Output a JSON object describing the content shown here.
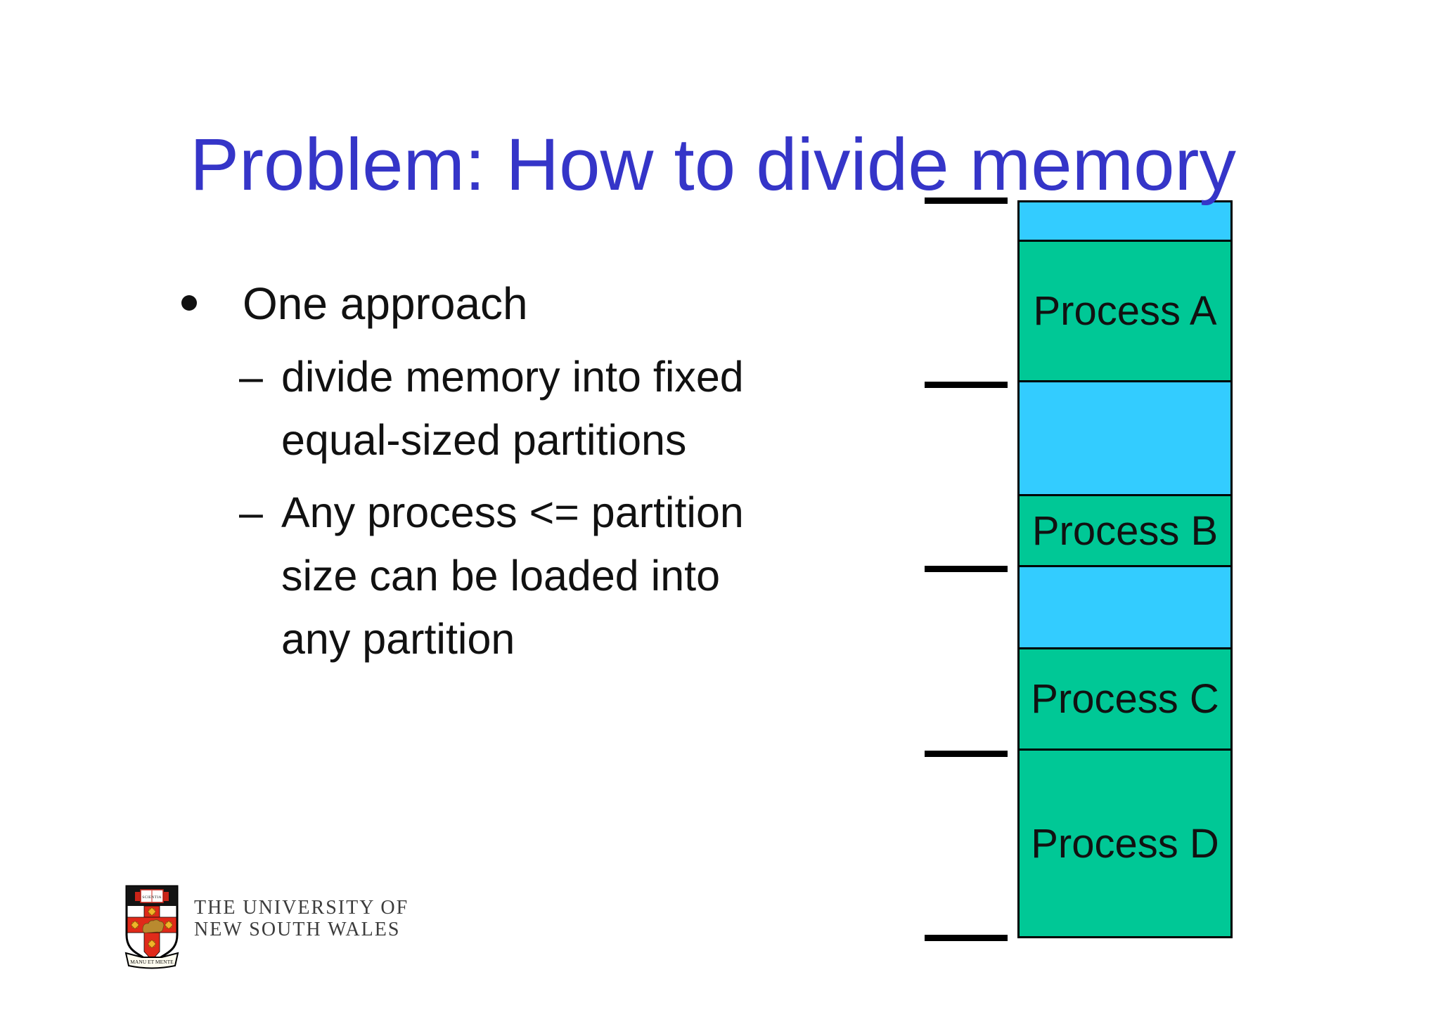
{
  "slide": {
    "title": "Problem: How to divide memory",
    "title_color": "#3535C8",
    "background_color": "#FFFFFF"
  },
  "content": {
    "bullet": "One approach",
    "sub_bullets": [
      {
        "dash": "–",
        "lines": [
          "divide memory into fixed",
          "equal-sized partitions"
        ]
      },
      {
        "dash": "–",
        "lines": [
          "Any process <= partition",
          "size can be loaded into",
          "any partition"
        ]
      }
    ]
  },
  "memory_diagram": {
    "free_color": "#33CCFF",
    "process_color": "#00C896",
    "border_color": "#000000",
    "tick_color": "#000000",
    "tick_count": 5,
    "segments": [
      {
        "kind": "free",
        "label": ""
      },
      {
        "kind": "process",
        "label": "Process A"
      },
      {
        "kind": "free",
        "label": ""
      },
      {
        "kind": "process",
        "label": "Process B"
      },
      {
        "kind": "free",
        "label": ""
      },
      {
        "kind": "process",
        "label": "Process C"
      },
      {
        "kind": "process",
        "label": "Process D"
      }
    ]
  },
  "footer": {
    "university_line1": "THE UNIVERSITY OF",
    "university_line2": "NEW SOUTH WALES",
    "crest": {
      "book_text": "SCIENTIA",
      "banner_text": "MANU ET MENTE"
    }
  }
}
